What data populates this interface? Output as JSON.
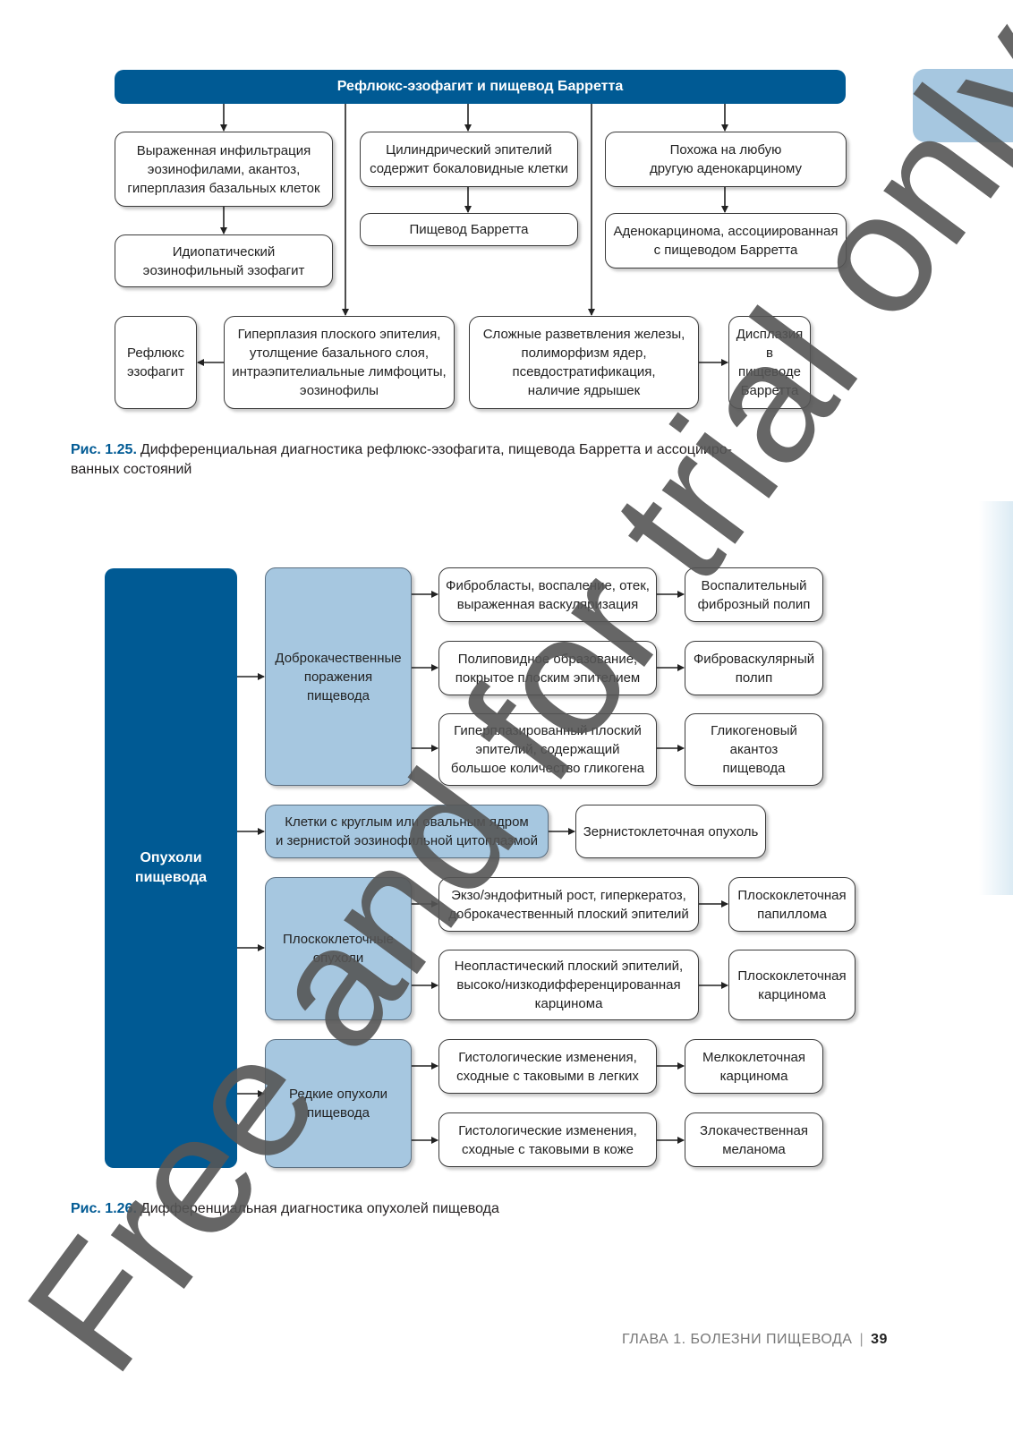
{
  "diagram1": {
    "title": "Рефлюкс-эзофагит и пищевод Барретта",
    "boxes": {
      "eos_infiltration": "Выраженная инфильтрация\nэозинофилами, акантоз,\nгиперплазия базальных клеток",
      "idiopathic_eoe": "Идиопатический\nэозинофильный эзофагит",
      "columnar": "Цилиндрический эпителий\nсодержит бокаловидные клетки",
      "barrett": "Пищевод Барретта",
      "any_adeno": "Похожа на любую\nдругую аденокарциному",
      "adeno_barrett": "Аденокарцинома, ассоциированная\nс пищеводом Барретта",
      "reflux": "Рефлюкс\nэзофагит",
      "squamous_hyperplasia": "Гиперплазия плоского эпителия,\nутолщение базального слоя,\nинтраэпителиальные лимфоциты,\nэозинофилы",
      "complex_glands": "Сложные разветвления железы,\nполиморфизм ядер,\nпсевдостратификация,\nналичие ядрышек",
      "dysplasia": "Дисплазия\nв пищеводе\nБарретта"
    },
    "caption_num": "Рис. 1.25.",
    "caption_text": "Дифференциальная диагностика рефлюкс-эзофагита, пищевода Барретта и ассоцииро-\nванных состояний"
  },
  "diagram2": {
    "root": "Опухоли\nпищевода",
    "groups": {
      "benign": "Доброкачественные\nпоражения\nпищевода",
      "granular_cells": "Клетки с круглым или овальным ядром\nи зернистой эозинофильной цитоплазмой",
      "squamous": "Плоскоклеточные\nопухоли",
      "rare": "Редкие опухоли\nпищевода"
    },
    "features": {
      "fibroblasts": "Фибробласты, воспаление, отек,\nвыраженная васкуляризация",
      "polypoid": "Полиповидное образование,\nпокрытое плоским эпителием",
      "glycogen": "Гиперплазированный плоский\nэпителий, содержащий\nбольшое количество гликогена",
      "exo_endo": "Экзо/эндофитный рост, гиперкератоз,\nдоброкачественный плоский эпителий",
      "neoplastic": "Неопластический плоский эпителий,\nвысоко/низкодифференцированная\nкарцинома",
      "lung_like": "Гистологические изменения,\nсходные с таковыми в легких",
      "skin_like": "Гистологические изменения,\nсходные с таковыми в коже"
    },
    "diagnoses": {
      "inflammatory_polyp": "Воспалительный\nфиброзный полип",
      "fibrovascular_polyp": "Фиброваскулярный\nполип",
      "glycogen_acanthosis": "Гликогеновый\nакантоз\nпищевода",
      "granular_cell_tumor": "Зернистоклеточная опухоль",
      "squamous_papilloma": "Плоскоклеточная\nпапиллома",
      "squamous_carcinoma": "Плоскоклеточная\nкарцинома",
      "small_cell_carcinoma": "Мелкоклеточная\nкарцинома",
      "melanoma": "Злокачественная\nмеланома"
    },
    "caption_num": "Рис. 1.26.",
    "caption_text": "Дифференциальная диагностика опухолей пищевода"
  },
  "footer": {
    "chapter": "ГЛАВА 1. БОЛЕЗНИ ПИЩЕВОДА",
    "separator": "|",
    "page": "39"
  },
  "watermark": "Free and for trial only",
  "colors": {
    "dark_blue": "#005a94",
    "light_blue": "#a6c7e0",
    "caption_blue": "#005a94",
    "watermark": "#555555"
  }
}
